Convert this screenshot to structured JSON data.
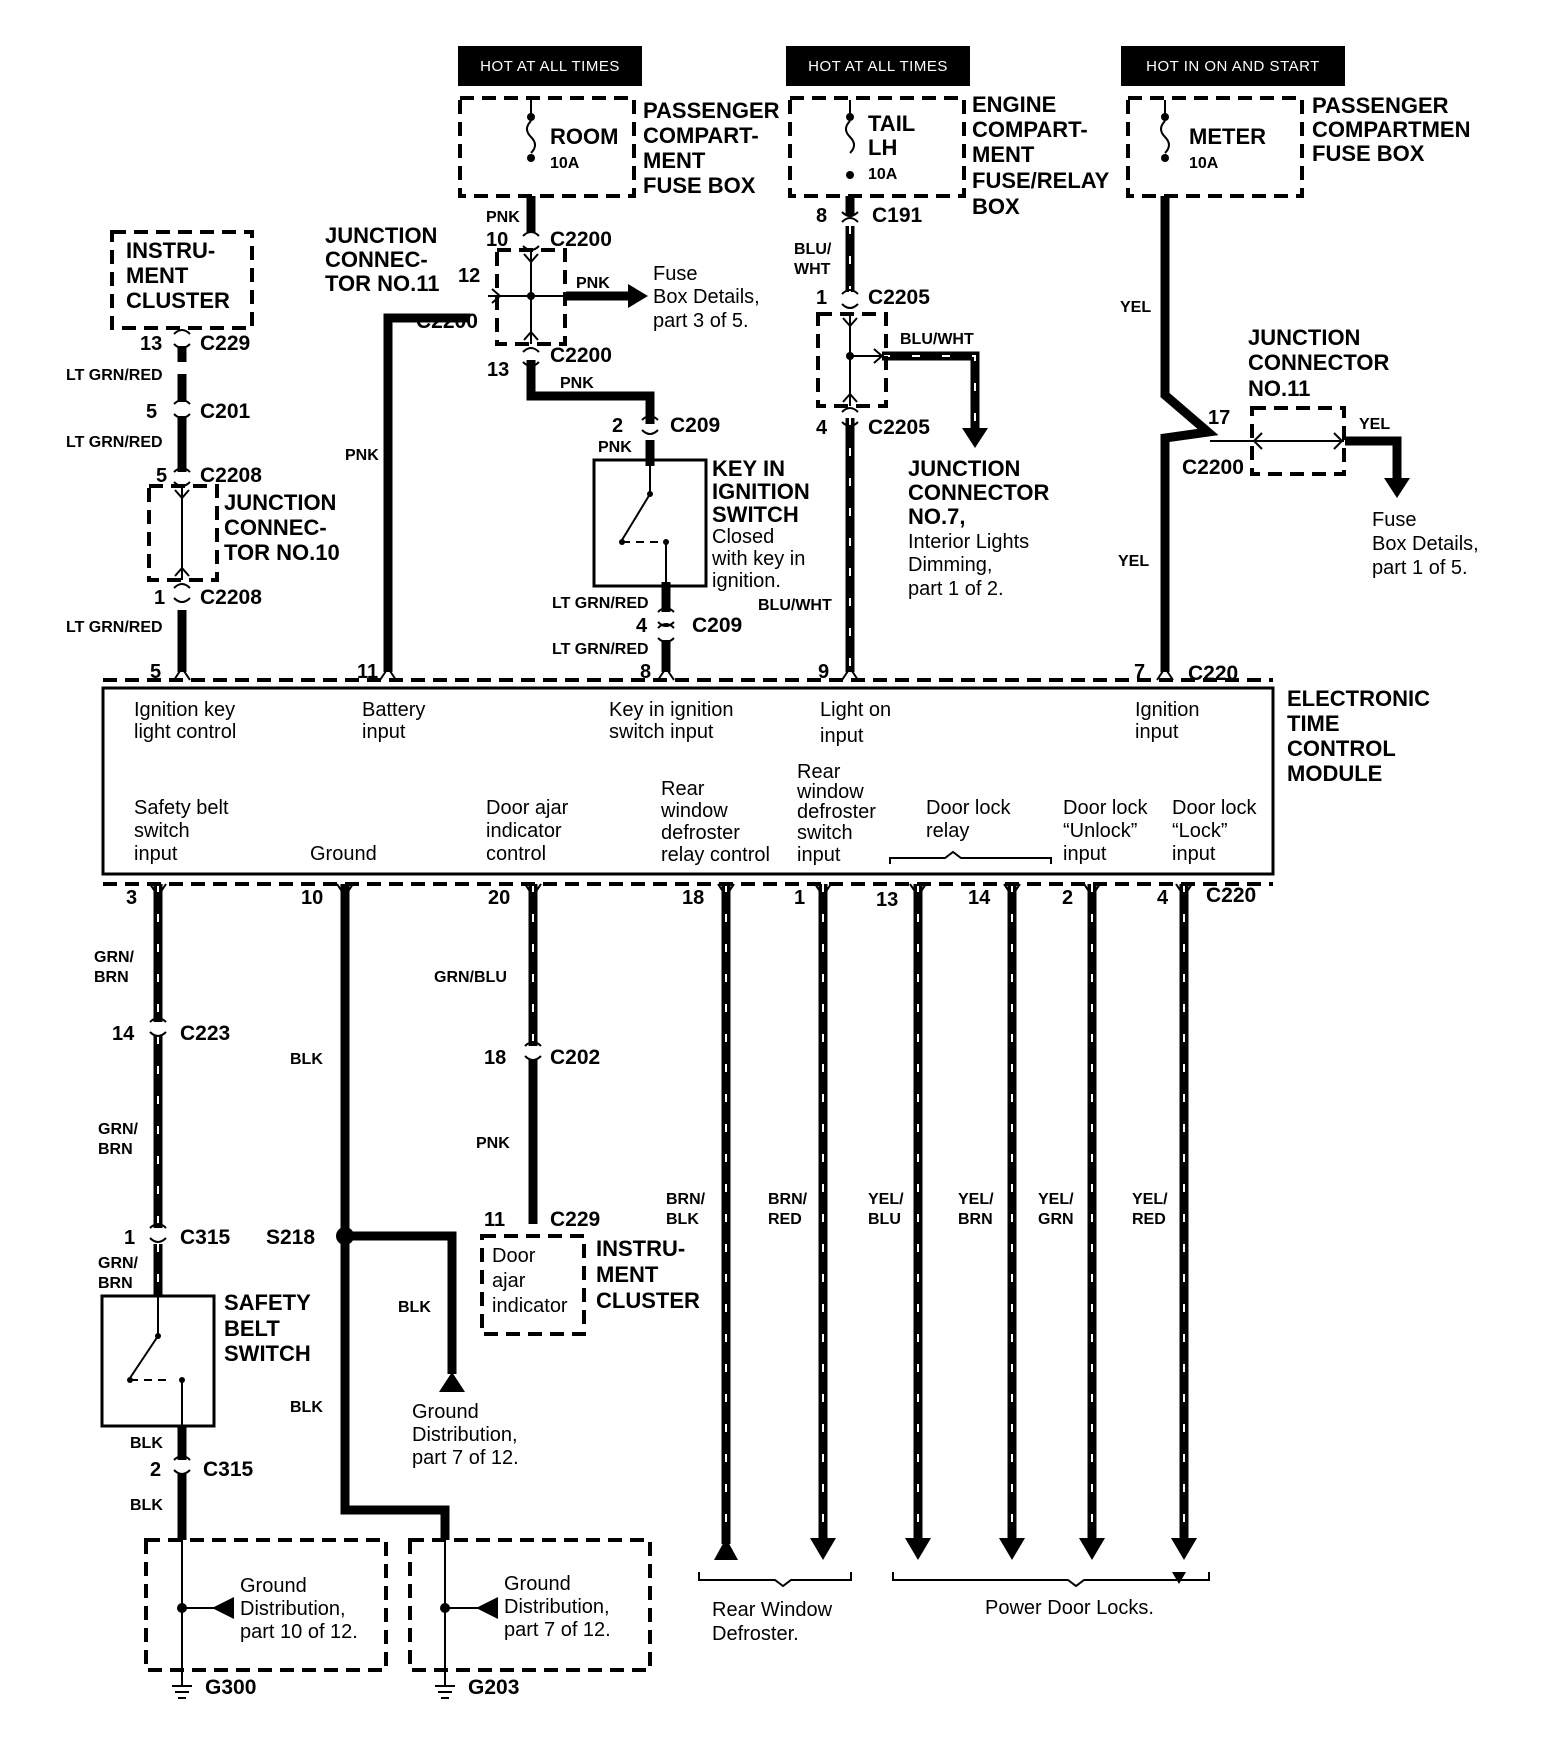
{
  "headers": {
    "room": "HOT AT ALL TIMES",
    "tail": "HOT AT ALL TIMES",
    "meter": "HOT IN ON AND START"
  },
  "fuses": {
    "room": {
      "name": "ROOM",
      "rating": "10A",
      "box": [
        "PASSENGER",
        "COMPART-",
        "MENT",
        "FUSE BOX"
      ]
    },
    "tail": {
      "name": [
        "TAIL",
        "LH"
      ],
      "rating": "10A",
      "box": [
        "ENGINE",
        "COMPART-",
        "MENT",
        "FUSE/RELAY",
        "BOX"
      ]
    },
    "meter": {
      "name": "METER",
      "rating": "10A",
      "box": [
        "PASSENGER",
        "COMPARTMEN",
        "FUSE BOX"
      ]
    }
  },
  "components": {
    "instrument_cluster_top": [
      "INSTRU-",
      "MENT",
      "CLUSTER"
    ],
    "jc11_left": [
      "JUNCTION",
      "CONNEC-",
      "TOR NO.11"
    ],
    "jc10": [
      "JUNCTION",
      "CONNEC-",
      "TOR NO.10"
    ],
    "key_switch": [
      "KEY IN",
      "IGNITION",
      "SWITCH"
    ],
    "key_switch_note": [
      "Closed",
      "with key in",
      "ignition."
    ],
    "jc7": [
      "JUNCTION",
      "CONNECTOR",
      "NO.7,"
    ],
    "jc7_note": [
      "Interior Lights",
      "Dimming,",
      "part 1 of 2."
    ],
    "jc11_right": [
      "JUNCTION",
      "CONNECTOR",
      "NO.11"
    ],
    "fuse_details_1": [
      "Fuse",
      "Box Details,",
      "part 3 of 5."
    ],
    "fuse_details_2": [
      "Fuse",
      "Box Details,",
      "part 1 of 5."
    ],
    "etcm": [
      "ELECTRONIC",
      "TIME",
      "CONTROL",
      "MODULE"
    ],
    "safety_belt_switch": [
      "SAFETY",
      "BELT",
      "SWITCH"
    ],
    "door_ajar": [
      "Door",
      "ajar",
      "indicator"
    ],
    "instrument_cluster_bottom": [
      "INSTRU-",
      "MENT",
      "CLUSTER"
    ],
    "ground_dist_a": [
      "Ground",
      "Distribution,",
      "part 7 of 12."
    ],
    "ground_dist_b": [
      "Ground",
      "Distribution,",
      "part 10 of 12."
    ],
    "ground_dist_c": [
      "Ground",
      "Distribution,",
      "part 7 of 12."
    ],
    "rear_window": [
      "Rear Window",
      "Defroster."
    ],
    "power_door_locks": "Power Door Locks."
  },
  "module_inputs_top": [
    [
      "Ignition key",
      "light control"
    ],
    [
      "Battery",
      "input"
    ],
    [
      "Key in ignition",
      "switch input"
    ],
    [
      "Light on",
      "input"
    ],
    [
      "Ignition",
      "input"
    ]
  ],
  "module_inputs_bottom": [
    [
      "Safety belt",
      "switch",
      "input"
    ],
    [
      "Ground"
    ],
    [
      "Door ajar",
      "indicator",
      "control"
    ],
    [
      "Rear",
      "window",
      "defroster",
      "relay control"
    ],
    [
      "Rear",
      "window",
      "defroster",
      "switch",
      "input"
    ],
    [
      "Door lock",
      "relay"
    ],
    [
      "Door lock",
      "“Unlock”",
      "input"
    ],
    [
      "Door lock",
      "“Lock”",
      "input"
    ]
  ],
  "wire_colors": {
    "pnk": "PNK",
    "blu_wht": "BLU/WHT",
    "blu_wht_stack": [
      "BLU/",
      "WHT"
    ],
    "yel": "YEL",
    "lt_grn_red": "LT GRN/RED",
    "grn_brn": [
      "GRN/",
      "BRN"
    ],
    "blk": "BLK",
    "grn_blu": "GRN/BLU",
    "brn_blk": [
      "BRN/",
      "BLK"
    ],
    "brn_red": [
      "BRN/",
      "RED"
    ],
    "yel_blu": [
      "YEL/",
      "BLU"
    ],
    "yel_brn": [
      "YEL/",
      "BRN"
    ],
    "yel_grn": [
      "YEL/",
      "GRN"
    ],
    "yel_red": [
      "YEL/",
      "RED"
    ]
  },
  "connectors": {
    "c2200": "C2200",
    "c191": "C191",
    "c2205": "C2205",
    "c229": "C229",
    "c201": "C201",
    "c2208": "C2208",
    "c209": "C209",
    "c220": "C220",
    "c223": "C223",
    "c202": "C202",
    "c315": "C315",
    "s218": "S218",
    "g300": "G300",
    "g203": "G203"
  },
  "pins": {
    "top": [
      "5",
      "11",
      "8",
      "9",
      "7"
    ],
    "bottom": [
      "3",
      "10",
      "20",
      "18",
      "1",
      "13",
      "14",
      "2",
      "4"
    ],
    "misc": [
      "10",
      "12",
      "13",
      "2",
      "4",
      "8",
      "1",
      "4",
      "17",
      "13",
      "5",
      "5",
      "1",
      "14",
      "1",
      "2",
      "18",
      "11"
    ]
  }
}
